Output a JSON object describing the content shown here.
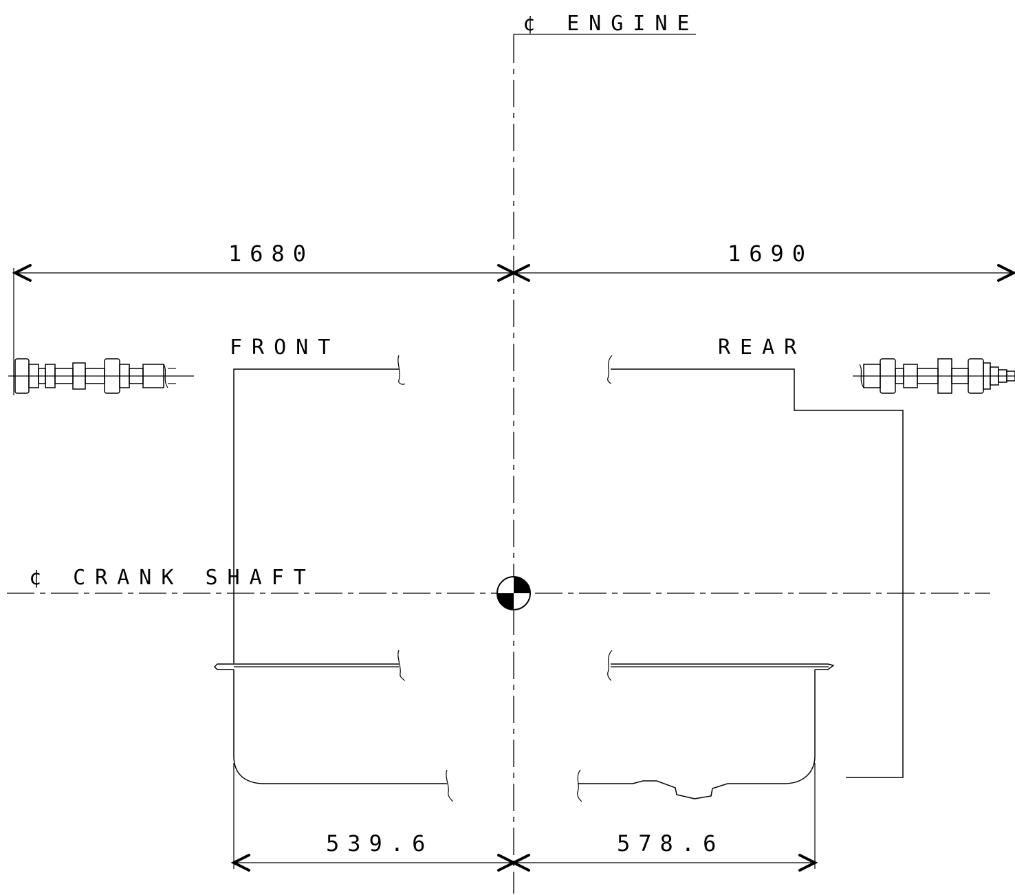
{
  "labels": {
    "engine_centerline": "¢ ENGINE",
    "crank_centerline": "¢ CRANK SHAFT",
    "front": "FRONT",
    "rear": "REAR"
  },
  "dimensions": {
    "front_overall": "1680",
    "rear_overall": "1690",
    "front_pan": "539.6",
    "rear_pan": "578.6"
  },
  "colors": {
    "line": "#000000",
    "background": "#ffffff"
  }
}
